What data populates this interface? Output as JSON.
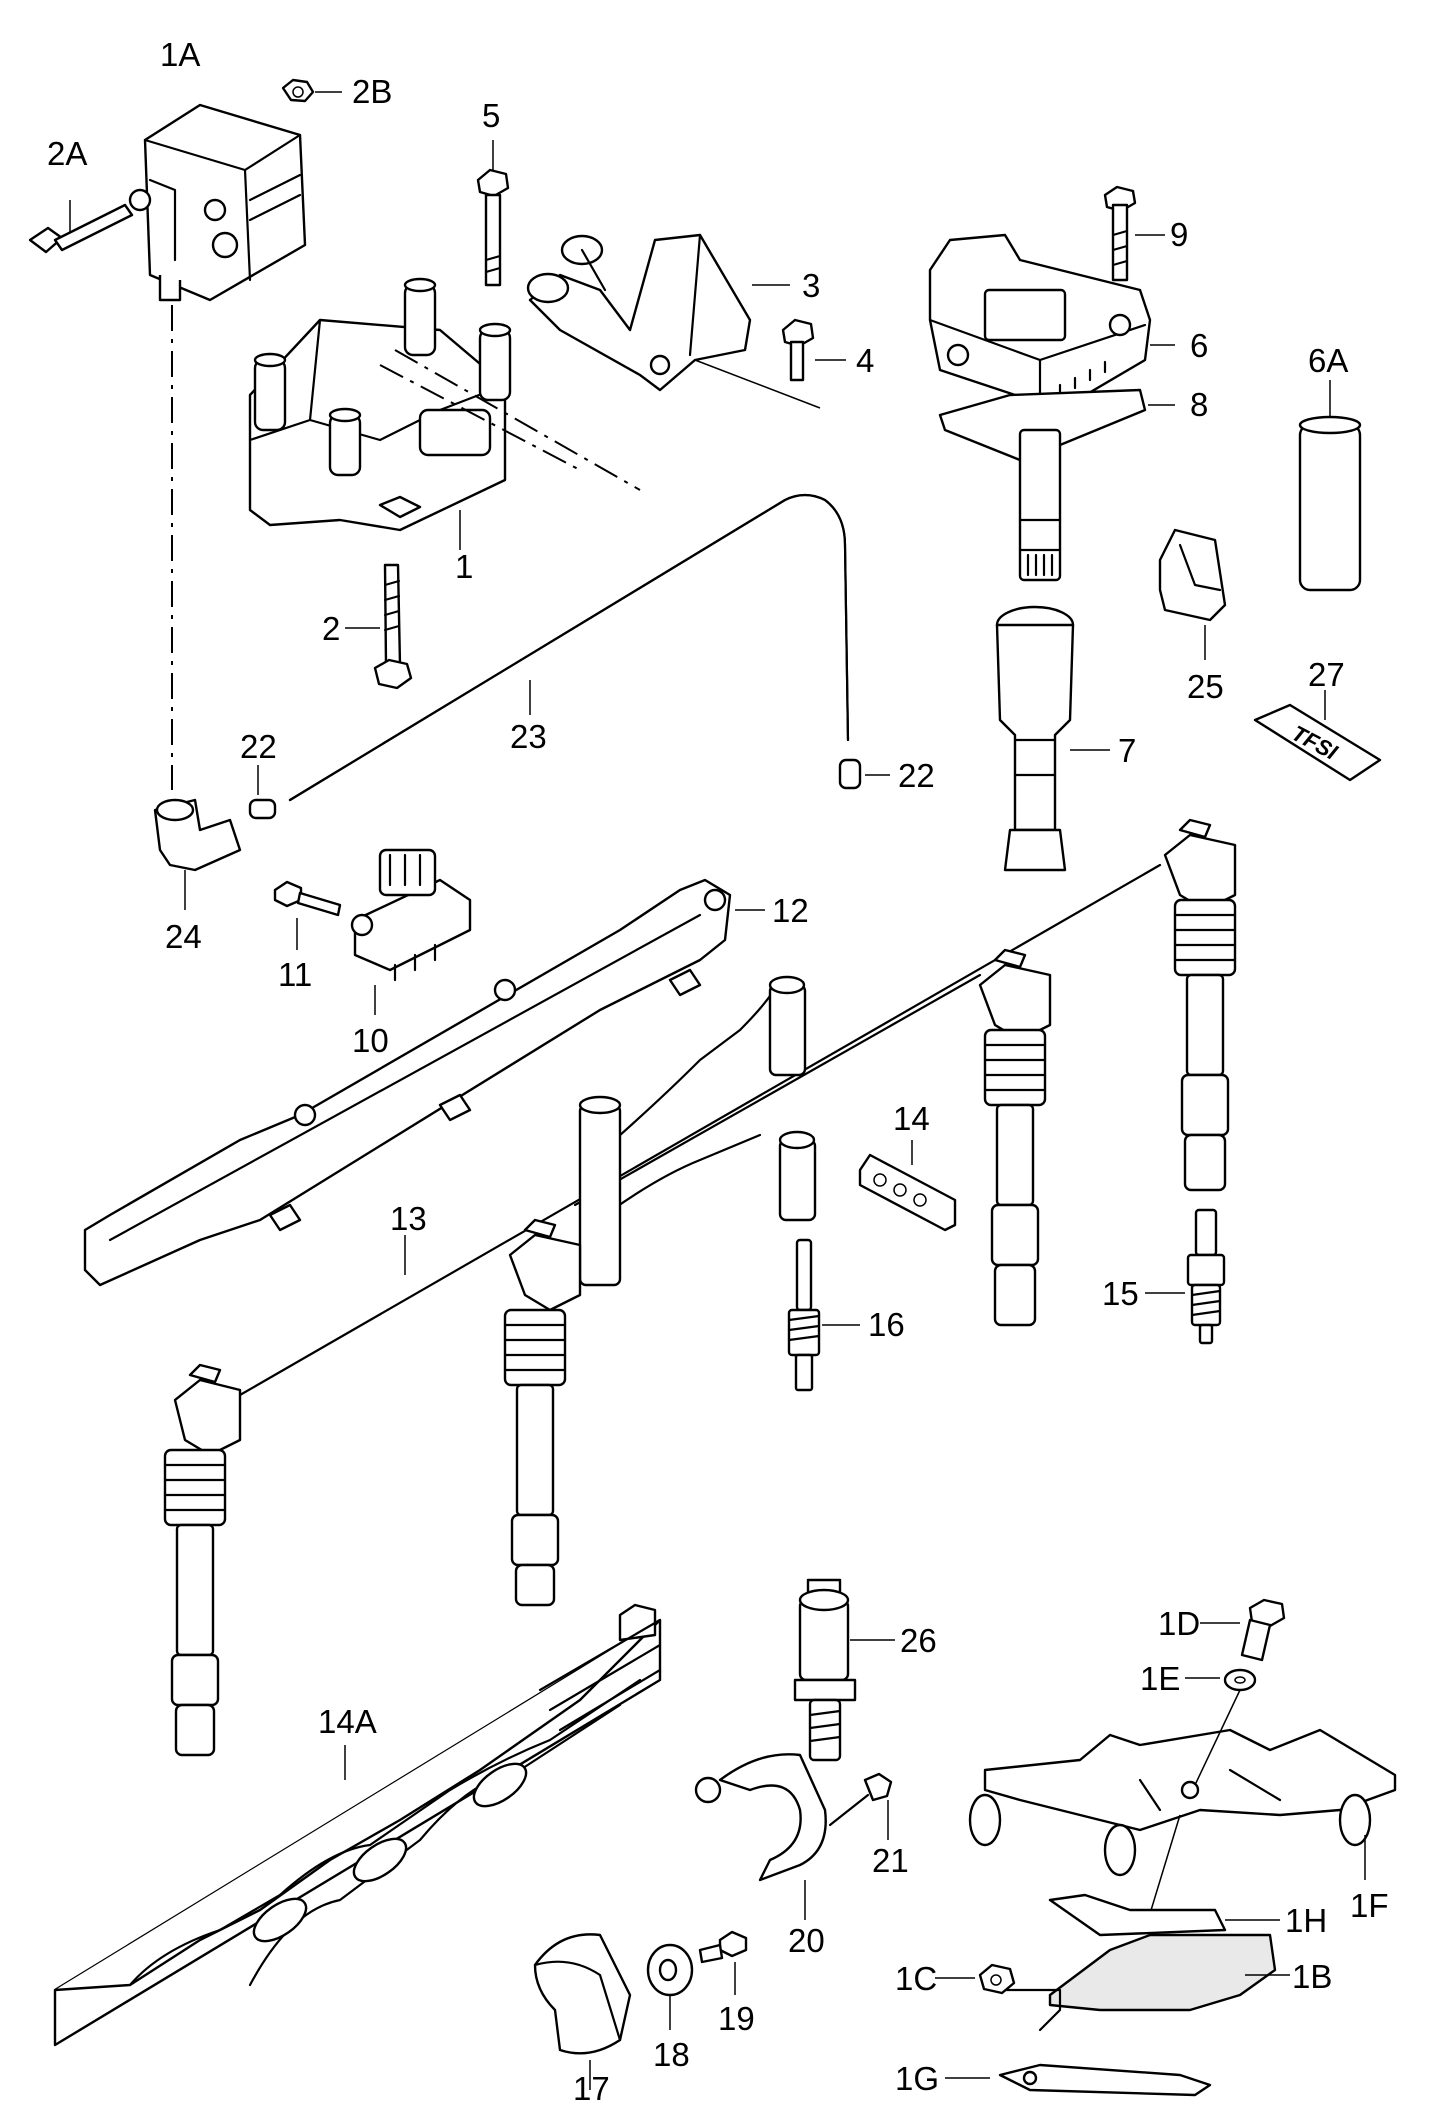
{
  "diagram": {
    "labels": {
      "p1A": "1A",
      "p2B": "2B",
      "p2A": "2A",
      "p5": "5",
      "p9": "9",
      "p3": "3",
      "p4": "4",
      "p6": "6",
      "p8": "8",
      "p6A": "6A",
      "p1": "1",
      "p2": "2",
      "p25": "25",
      "p27": "27",
      "p23": "23",
      "p22a": "22",
      "p22b": "22",
      "p7": "7",
      "p24": "24",
      "p12": "12",
      "p11": "11",
      "p10": "10",
      "p14": "14",
      "p13": "13",
      "p15": "15",
      "p16": "16",
      "p26": "26",
      "p1D": "1D",
      "p1E": "1E",
      "p14A": "14A",
      "p21": "21",
      "p1F": "1F",
      "p1H": "1H",
      "p1C": "1C",
      "p1B": "1B",
      "p20": "20",
      "p19": "19",
      "p18": "18",
      "p17": "17",
      "p1G": "1G"
    },
    "badge_text": "TFSI"
  }
}
